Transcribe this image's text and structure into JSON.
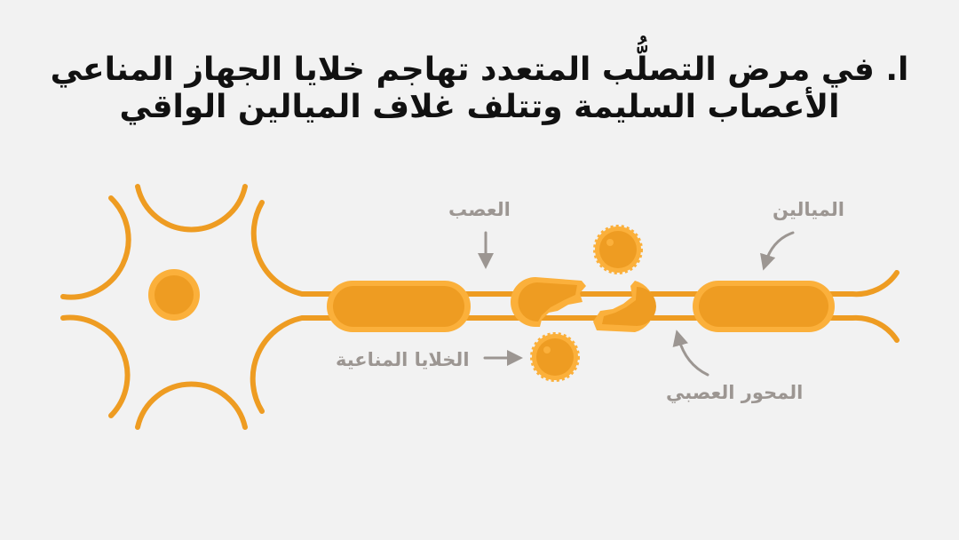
{
  "title": {
    "line1": "ا. في مرض التصلُّب المتعدد تهاجم خلايا الجهاز المناعي",
    "line2": "الأعصاب السليمة وتتلف غلاف الميالين الواقي"
  },
  "labels": {
    "nerve": "العصب",
    "myelin": "الميالين",
    "immune_cells": "الخلايا المناعية",
    "axon": "المحور العصبي"
  },
  "colors": {
    "background": "#f2f2f2",
    "title_text": "#111111",
    "orange_dark": "#ee9c22",
    "orange_light": "#fbb03b",
    "label_gray": "#9c9692"
  }
}
